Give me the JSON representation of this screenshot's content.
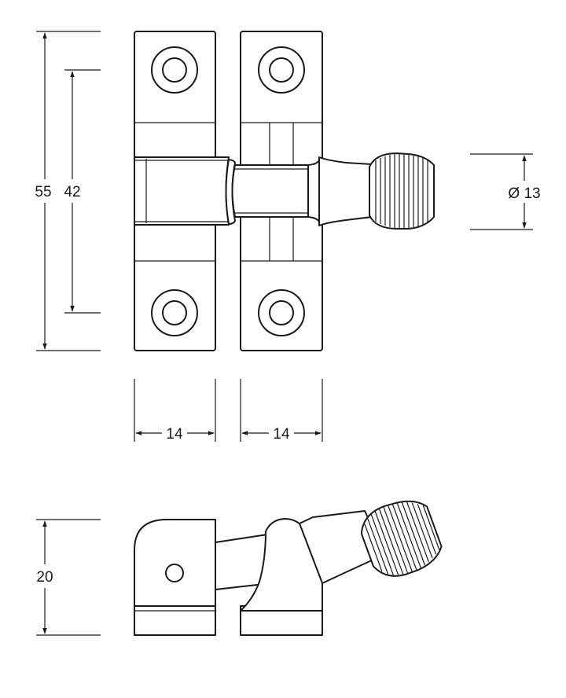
{
  "dimensions": {
    "overall_height": "55",
    "hole_spacing": "42",
    "knob_diameter": "Ø 13",
    "left_plate_width": "14",
    "right_plate_width": "14",
    "side_height": "20"
  },
  "colors": {
    "line": "#1a1a1a",
    "background": "#ffffff"
  }
}
